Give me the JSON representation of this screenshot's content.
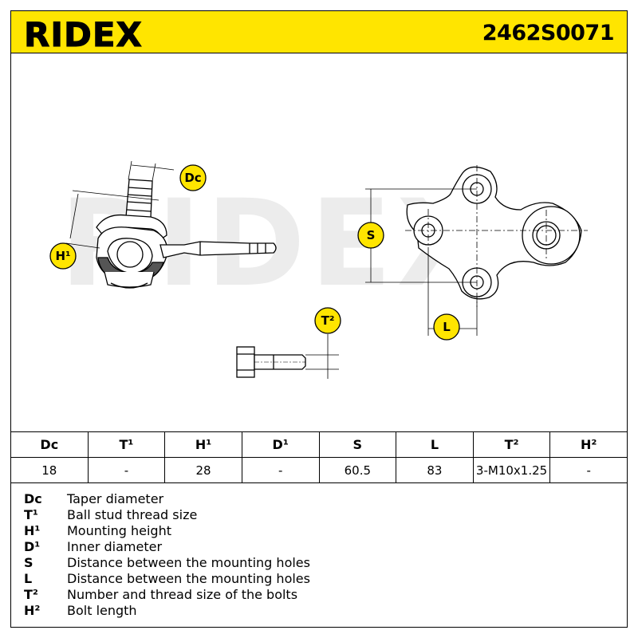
{
  "brand": {
    "logo_text": "RIDEX",
    "watermark_text": "RIDEX",
    "part_number": "2462S0071",
    "accent_color": "#FFE500"
  },
  "drawing": {
    "labels": {
      "dc": "Dc",
      "h1": "H¹",
      "s": "S",
      "l": "L",
      "t2": "T²"
    }
  },
  "spec_table": {
    "headers": [
      "Dc",
      "T¹",
      "H¹",
      "D¹",
      "S",
      "L",
      "T²",
      "H²"
    ],
    "values": [
      "18",
      "-",
      "28",
      "-",
      "60.5",
      "83",
      "3-M10x1.25",
      "-"
    ]
  },
  "legend": [
    {
      "key": "Dc",
      "text": "Taper diameter"
    },
    {
      "key": "T¹",
      "text": "Ball stud thread size"
    },
    {
      "key": "H¹",
      "text": "Mounting height"
    },
    {
      "key": "D¹",
      "text": "Inner diameter"
    },
    {
      "key": "S",
      "text": "Distance between the mounting holes"
    },
    {
      "key": "L",
      "text": "Distance between the mounting holes"
    },
    {
      "key": "T²",
      "text": "Number and thread size of the bolts"
    },
    {
      "key": "H²",
      "text": "Bolt length"
    }
  ]
}
